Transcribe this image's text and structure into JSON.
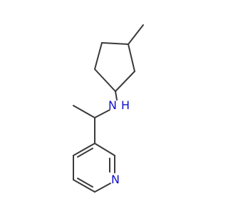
{
  "atom_labels": {
    "amine_nitrogen": "N",
    "amine_hydrogen": "H",
    "pyridine_nitrogen": "N"
  },
  "colors": {
    "bond": "#3a3a3a",
    "nitrogen": "#1010c8",
    "background": "#ffffff"
  }
}
